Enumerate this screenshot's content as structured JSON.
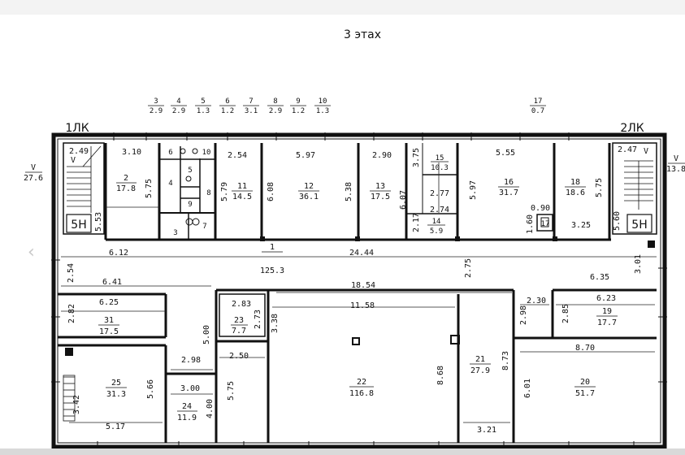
{
  "title": "3 этах",
  "stair_labels": {
    "left": "1ЛК",
    "right": "2ЛК"
  },
  "top_legend": [
    {
      "num": "3",
      "area": "2.9"
    },
    {
      "num": "4",
      "area": "2.9"
    },
    {
      "num": "5",
      "area": "1.3"
    },
    {
      "num": "6",
      "area": "1.2"
    },
    {
      "num": "7",
      "area": "3.1"
    },
    {
      "num": "8",
      "area": "2.9"
    },
    {
      "num": "9",
      "area": "1.2"
    },
    {
      "num": "10",
      "area": "1.3"
    },
    {
      "num": "17",
      "area": "0.7"
    }
  ],
  "side_marks": {
    "left": {
      "top": "V",
      "bottom": "27.6"
    },
    "right": {
      "top": "V",
      "bottom": "13.8"
    }
  },
  "rooms": [
    {
      "num": "1",
      "area": "125.3"
    },
    {
      "num": "2",
      "area": "17.8"
    },
    {
      "num": "11",
      "area": "14.5"
    },
    {
      "num": "12",
      "area": "36.1"
    },
    {
      "num": "13",
      "area": "17.5"
    },
    {
      "num": "14",
      "area": "5.9"
    },
    {
      "num": "15",
      "area": "10.3"
    },
    {
      "num": "16",
      "area": "31.7"
    },
    {
      "num": "18",
      "area": "18.6"
    },
    {
      "num": "19",
      "area": "17.7"
    },
    {
      "num": "20",
      "area": "51.7"
    },
    {
      "num": "21",
      "area": "27.9"
    },
    {
      "num": "22",
      "area": "116.8"
    },
    {
      "num": "23",
      "area": "7.7"
    },
    {
      "num": "24",
      "area": "11.9"
    },
    {
      "num": "25",
      "area": "31.3"
    },
    {
      "num": "31",
      "area": "17.5"
    }
  ],
  "small_room_numbers": [
    "3",
    "4",
    "5",
    "6",
    "7",
    "8",
    "9",
    "10",
    "17"
  ],
  "stair_marks": {
    "left_height": "2.49",
    "right_height": "2.47",
    "code": "5Н",
    "arrow": "V"
  },
  "dimensions": [
    "3.10",
    "5.75",
    "5.53",
    "2.54",
    "5.79",
    "5.97",
    "6.08",
    "5.38",
    "2.90",
    "6.07",
    "3.75",
    "2.77",
    "2.74",
    "2.17",
    "5.55",
    "5.97",
    "0.90",
    "1.60",
    "5.75",
    "3.25",
    "5.60",
    "6.12",
    "2.54",
    "24.44",
    "2.75",
    "3.01",
    "6.41",
    "18.54",
    "6.35",
    "6.25",
    "2.82",
    "2.83",
    "2.73",
    "3.38",
    "11.58",
    "2.30",
    "6.23",
    "2.98",
    "2.85",
    "5.00",
    "2.98",
    "2.50",
    "8.68",
    "8.73",
    "8.70",
    "5.66",
    "3.42",
    "3.00",
    "5.75",
    "6.01",
    "4.00",
    "5.17",
    "3.21"
  ]
}
